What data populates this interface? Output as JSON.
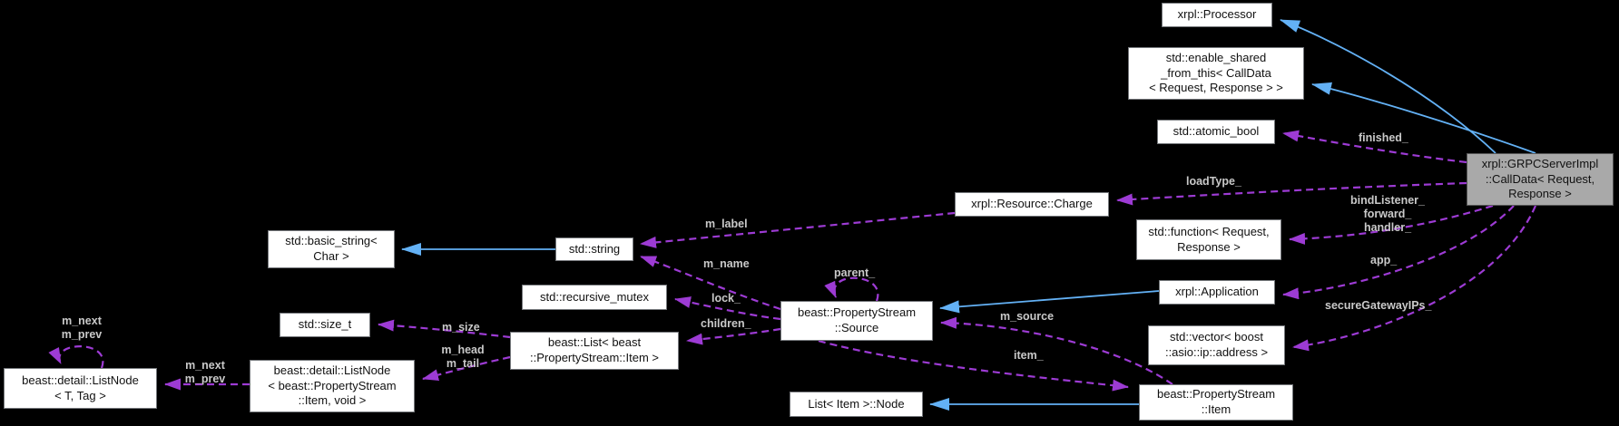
{
  "colors": {
    "background": "#000000",
    "node_fill": "#ffffff",
    "node_border": "#75787c",
    "highlight_node_fill": "#a9a9a9",
    "inheritance_edge": "#63b1f5",
    "usage_edge": "#9d3bd4",
    "edge_label": "#c9c9c9"
  },
  "nodes": {
    "processor": {
      "label": "xrpl::Processor"
    },
    "enable_shared": {
      "label": "std::enable_shared\n_from_this< CallData\n< Request, Response > >"
    },
    "atomic_bool": {
      "label": "std::atomic_bool"
    },
    "calldata": {
      "label": "xrpl::GRPCServerImpl\n::CallData< Request,\nResponse >"
    },
    "charge": {
      "label": "xrpl::Resource::Charge"
    },
    "function": {
      "label": "std::function< Request,\nResponse >"
    },
    "basic_string": {
      "label": "std::basic_string<\nChar >"
    },
    "string": {
      "label": "std::string"
    },
    "application": {
      "label": "xrpl::Application"
    },
    "recursive_mutex": {
      "label": "std::recursive_mutex"
    },
    "source": {
      "label": "beast::PropertyStream\n::Source"
    },
    "size_t": {
      "label": "std::size_t"
    },
    "list": {
      "label": "beast::List< beast\n::PropertyStream::Item >"
    },
    "vector": {
      "label": "std::vector< boost\n::asio::ip::address >"
    },
    "listnode_generic": {
      "label": "beast::detail::ListNode\n< T, Tag >"
    },
    "listnode_item": {
      "label": "beast::detail::ListNode\n< beast::PropertyStream\n::Item, void >"
    },
    "list_node": {
      "label": "List< Item >::Node"
    },
    "item": {
      "label": "beast::PropertyStream\n::Item"
    }
  },
  "edge_labels": {
    "finished": {
      "text": "finished_"
    },
    "loadtype": {
      "text": "loadType_"
    },
    "bind_handlers": {
      "text": "bindListener_\nforward_\nhandler_"
    },
    "app": {
      "text": "app_"
    },
    "secure_gateway": {
      "text": "secureGatewayIPs_"
    },
    "m_label": {
      "text": "m_label"
    },
    "m_name": {
      "text": "m_name"
    },
    "parent": {
      "text": "parent_"
    },
    "lock": {
      "text": "lock_"
    },
    "children": {
      "text": "children_"
    },
    "m_source": {
      "text": "m_source"
    },
    "item_member": {
      "text": "item_"
    },
    "m_size": {
      "text": "m_size"
    },
    "m_head_tail": {
      "text": "m_head\nm_tail"
    },
    "listnode_self": {
      "text": "m_next\nm_prev"
    },
    "listnode_link": {
      "text": "m_next\nm_prev"
    }
  }
}
